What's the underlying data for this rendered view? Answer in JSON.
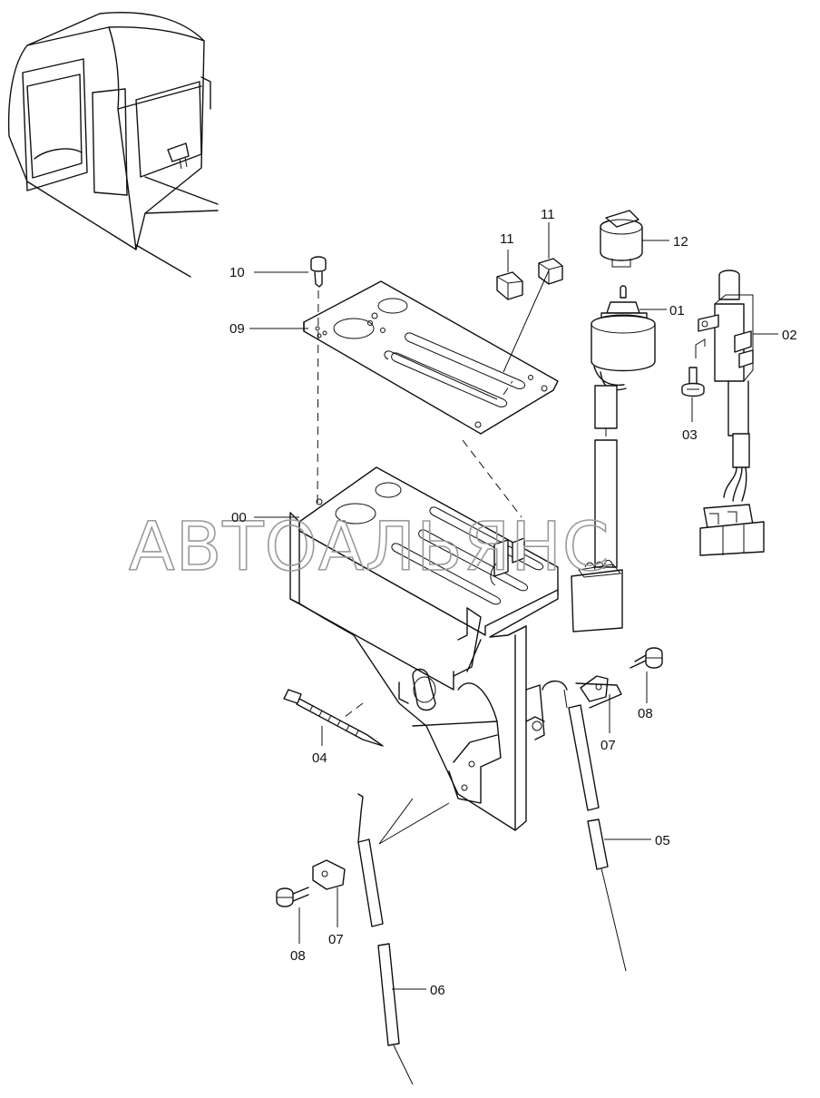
{
  "watermark": "АВТОАЛЬЯНС",
  "callouts": {
    "p00": "00",
    "p01": "01",
    "p02": "02",
    "p03": "03",
    "p04": "04",
    "p05": "05",
    "p06": "06",
    "p07a": "07",
    "p07b": "07",
    "p08a": "08",
    "p08b": "08",
    "p09": "09",
    "p10": "10",
    "p11a": "11",
    "p11b": "11",
    "p12": "12"
  }
}
